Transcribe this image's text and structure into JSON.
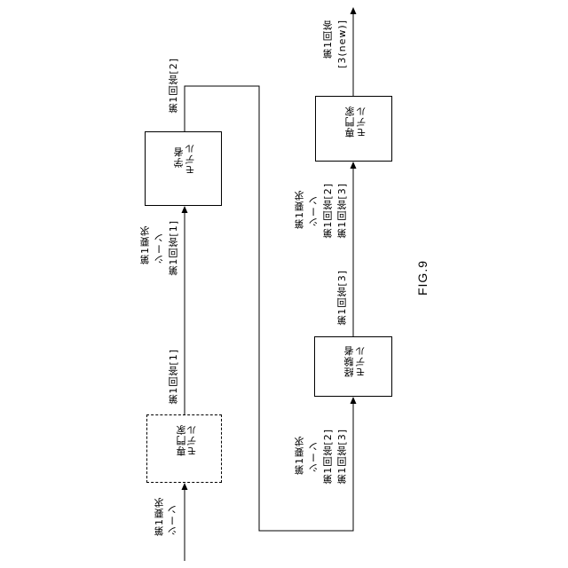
{
  "figure_label": "FIG.9",
  "nodes": {
    "expert_top": {
      "line1": "専門家",
      "line2": "モデル"
    },
    "learner": {
      "line1": "学者",
      "line2": "モデル"
    },
    "experienced": {
      "line1": "経験者",
      "line2": "モデル"
    },
    "expert_bottom": {
      "line1": "専門家",
      "line2": "モデル"
    }
  },
  "labels": {
    "input": {
      "line1": "第1要求",
      "line2": "シーン"
    },
    "expert_out": {
      "line1": "第1回答[1]"
    },
    "learner_in": {
      "line1": "第1要求",
      "line2": "シーン",
      "line3": "第1回答[1]"
    },
    "learner_out": {
      "line1": "第1回答[2]"
    },
    "experienced_in": {
      "line1": "第1要求",
      "line2": "シーン",
      "line3": "第1回答[2]",
      "line4": "第1回答[3]"
    },
    "experienced_out": {
      "line1": "第1回答[3]"
    },
    "final_in": {
      "line1": "第1要求",
      "line2": "シーン",
      "line3": "第1回答[2]",
      "line4": "第1回答[3]"
    },
    "final_out": {
      "line1": "第1回答",
      "line2": "[3(new)]"
    }
  }
}
